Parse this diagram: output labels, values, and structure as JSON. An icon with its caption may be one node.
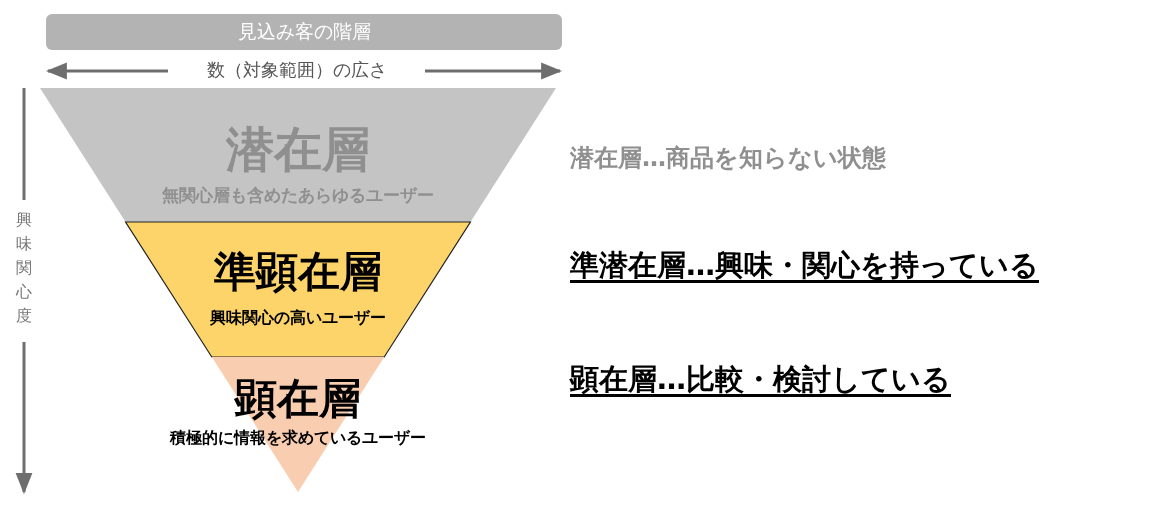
{
  "diagram": {
    "nodes": [
      {
        "text": [
          "見込み客の階層"
        ]
      },
      {
        "text": [
          "潜在層",
          "無関心層も含めたあらゆるユーザー"
        ]
      },
      {
        "text": [
          "準顕在層",
          "興味関心の高いユーザー"
        ]
      },
      {
        "text": [
          "顕在層",
          "積極的に情報を求めているユーザー"
        ]
      }
    ],
    "edges": [],
    "labels": [
      "数（対象範囲）の広さ",
      "興味関心度",
      "潜在層…商品を知らない状態",
      "準潜在層…興味・関心を持っている",
      "顕在層…比較・検討している"
    ]
  }
}
